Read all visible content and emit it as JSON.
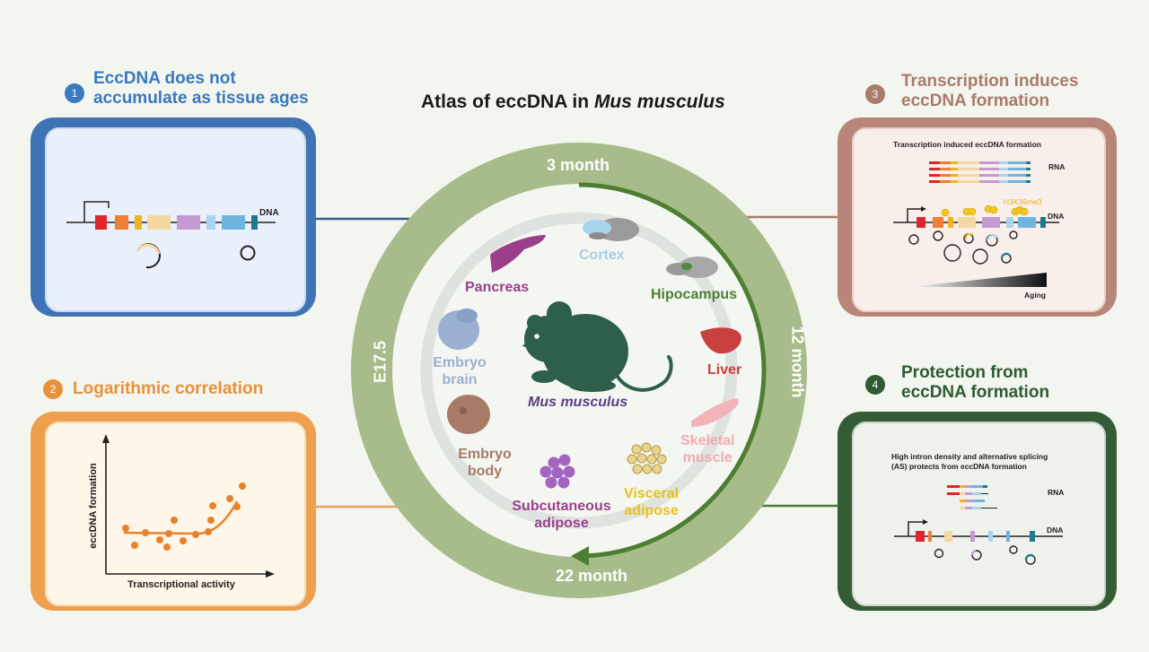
{
  "title_prefix": "Atlas of eccDNA in ",
  "title_species": "Mus musculus",
  "panel1": {
    "number": "1",
    "heading_line1": "EccDNA does not",
    "heading_line2": "accumulate as tissue ages",
    "dna_label": "DNA",
    "color": "#3a78c0"
  },
  "panel2": {
    "number": "2",
    "heading": "Logarithmic correlation",
    "ylabel": "eccDNA formation",
    "xlabel": "Transcriptional activity",
    "color": "#e8913a"
  },
  "panel3": {
    "number": "3",
    "heading_line1": "Transcription induces",
    "heading_line2": "eccDNA formation",
    "inner_title": "Transcription induced eccDNA formation",
    "rna_label": "RNA",
    "mark_label": "H3K36me3",
    "dna_label": "DNA",
    "aging_label": "Aging",
    "color": "#a97b6c"
  },
  "panel4": {
    "number": "4",
    "heading_line1": "Protection from",
    "heading_line2": "eccDNA formation",
    "inner_title_line1": "High intron density and alternative splicing",
    "inner_title_line2": "(AS) protects from eccDNA formation",
    "rna_label": "RNA",
    "dna_label": "DNA",
    "color": "#2f5a33"
  },
  "timeline": {
    "top": "3 month",
    "right": "12 month",
    "bottom": "22 month",
    "left": "E17.5"
  },
  "center_label": "Mus musculus",
  "organs": {
    "cortex": "Cortex",
    "hipocampus": "Hipocampus",
    "liver": "Liver",
    "skeletal_muscle_1": "Skeletal",
    "skeletal_muscle_2": "muscle",
    "visceral_1": "Visceral",
    "visceral_2": "adipose",
    "subcutaneous_1": "Subcutaneous",
    "subcutaneous_2": "adipose",
    "embryo_body_1": "Embryo",
    "embryo_body_2": "body",
    "embryo_brain_1": "Embryo",
    "embryo_brain_2": "brain",
    "pancreas": "Pancreas"
  }
}
